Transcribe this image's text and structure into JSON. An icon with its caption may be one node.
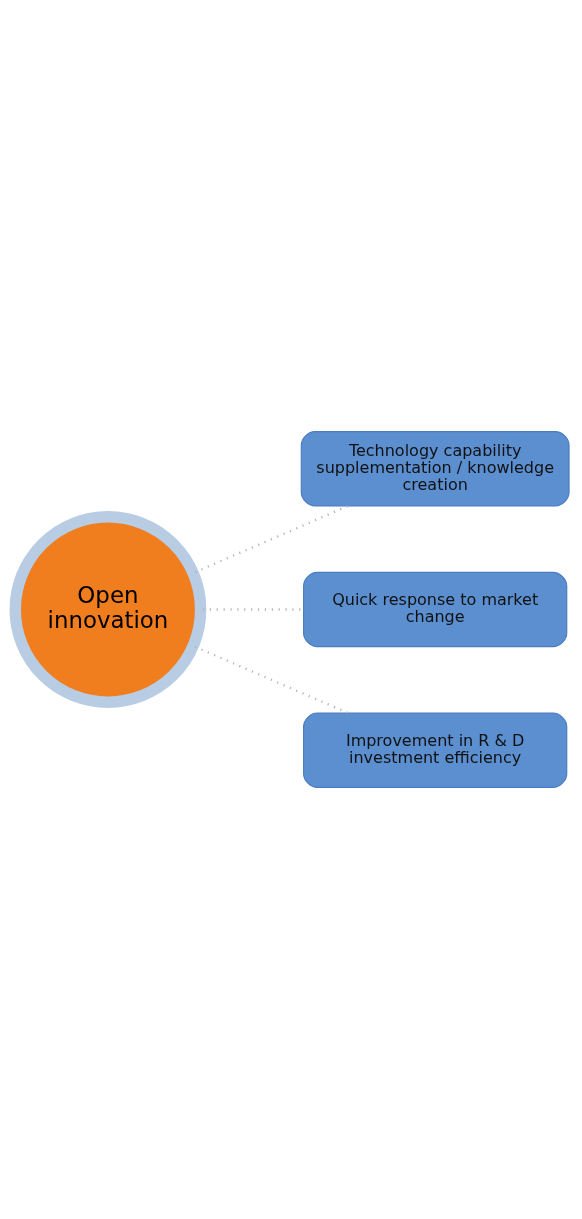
{
  "diagram": {
    "nodes": [
      {
        "text": [
          "Technology capability supplementation / knowledge creation"
        ]
      },
      {
        "text": [
          "Quick response to market change"
        ]
      },
      {
        "text": [
          "Improvement in R & D investment efficiency"
        ]
      },
      {
        "text": [
          "Open innovation"
        ]
      }
    ],
    "edges": [
      {
        "from": 3,
        "to": 0,
        "arrow": "none",
        "style": "dashed"
      },
      {
        "from": 3,
        "to": 1,
        "arrow": "none",
        "style": "dashed"
      },
      {
        "from": 3,
        "to": 2,
        "arrow": "none",
        "style": "dashed"
      }
    ]
  }
}
